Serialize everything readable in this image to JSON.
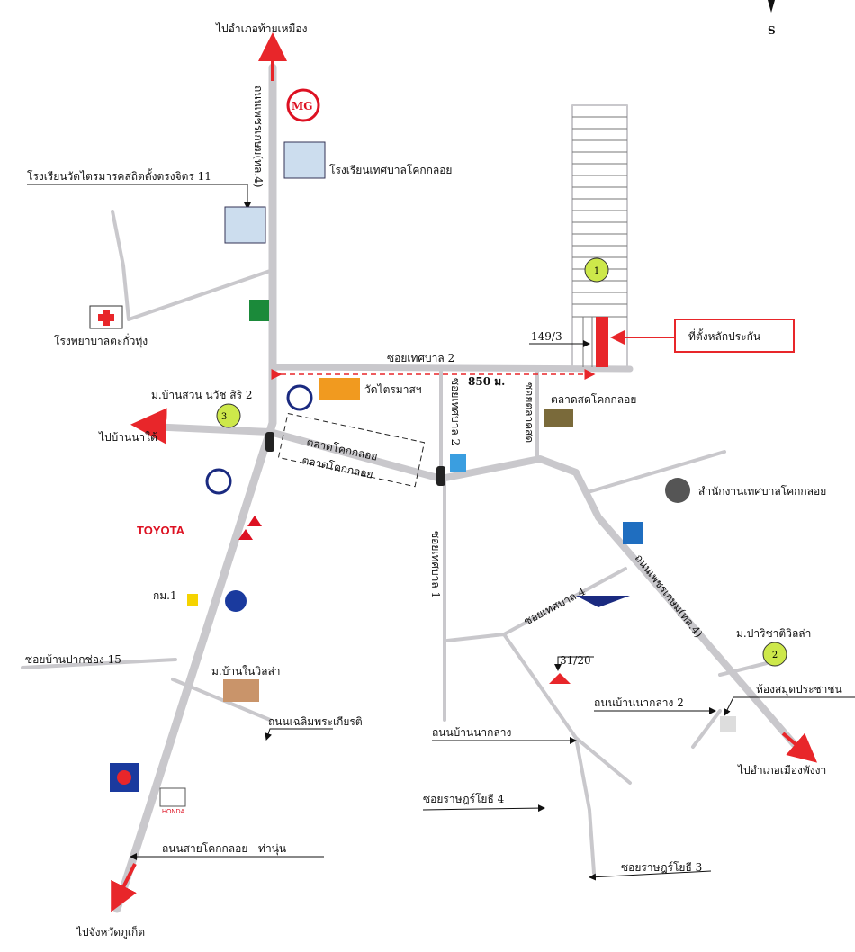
{
  "compass": {
    "label": "S"
  },
  "labels": {
    "to_thai_mueang": "ไปอำเภอท้ายเหมือง",
    "phetkasem_north": "ถนนเพชรเกษม(ทล.4)",
    "phetkasem_south": "ถนนเพชรเกษม(ทล.4)",
    "school_wat": "โรงเรียนวัดไตรมารคสถิตตั้งตรงจิตร 11",
    "school_municipal": "โรงเรียนเทศบาลโคกกลอย",
    "hospital": "โรงพยาบาลตะกั่วทุ่ง",
    "soi_thetsaban_2": "ซอยเทศบาล 2",
    "distance": "850 ม.",
    "plot_no": "149/3",
    "collateral": "ที่ตั้งหลักประกัน",
    "wat": "วัดไตรมาสฯ",
    "village_3": "ม.บ้านสวน นวัช สิริ 2",
    "to_ban_na_tai": "ไปบ้านนาใต้",
    "market_1": "ตลาดโคกกลอย",
    "market_2": "ตลาดโคกกลอย",
    "soi_thetsaban_2_v": "ซอยเทศบาล 2",
    "soi_talat_sot": "ซอยตลาดสด",
    "fresh_market": "ตลาดสดโคกกลอย",
    "municipal_office": "สำนักงานเทศบาลโคกกลอย",
    "toyota": "TOYOTA",
    "km1": "กม.1",
    "soi_thetsaban_1": "ซอยเทศบาล 1",
    "soi_thetsaban_4": "ซอยเทศบาล 4",
    "village_2": "ม.ปาริชาติวิลล่า",
    "library": "ห้องสมุดประชาชน",
    "ban_na_klang_2": "ถนนบ้านนากลาง 2",
    "ban_na_klang": "ถนนบ้านนากลาง",
    "house_no": "31/20",
    "to_phang_nga": "ไปอำเภอเมืองพังงา",
    "soi_pak_chong": "ซอยบ้านปากช่อง 15",
    "village_villa": "ม.บ้านในวิลล่า",
    "chaloem": "ถนนเฉลิมพระเกียรติ",
    "honda": "HONDA",
    "khok_tha_nun": "ถนนสายโคกกลอย - ท่านุ่น",
    "soi_rat_4": "ซอยราษฎร์โยธี 4",
    "soi_rat_3": "ซอยราษฎร์โยธี 3",
    "to_phuket": "ไปจังหวัดภูเก็ต",
    "mg": "MG",
    "badge_1": "1",
    "badge_2": "2",
    "badge_3": "3"
  },
  "colors": {
    "road": "#c9c8cc",
    "accent": "#e8262a"
  }
}
